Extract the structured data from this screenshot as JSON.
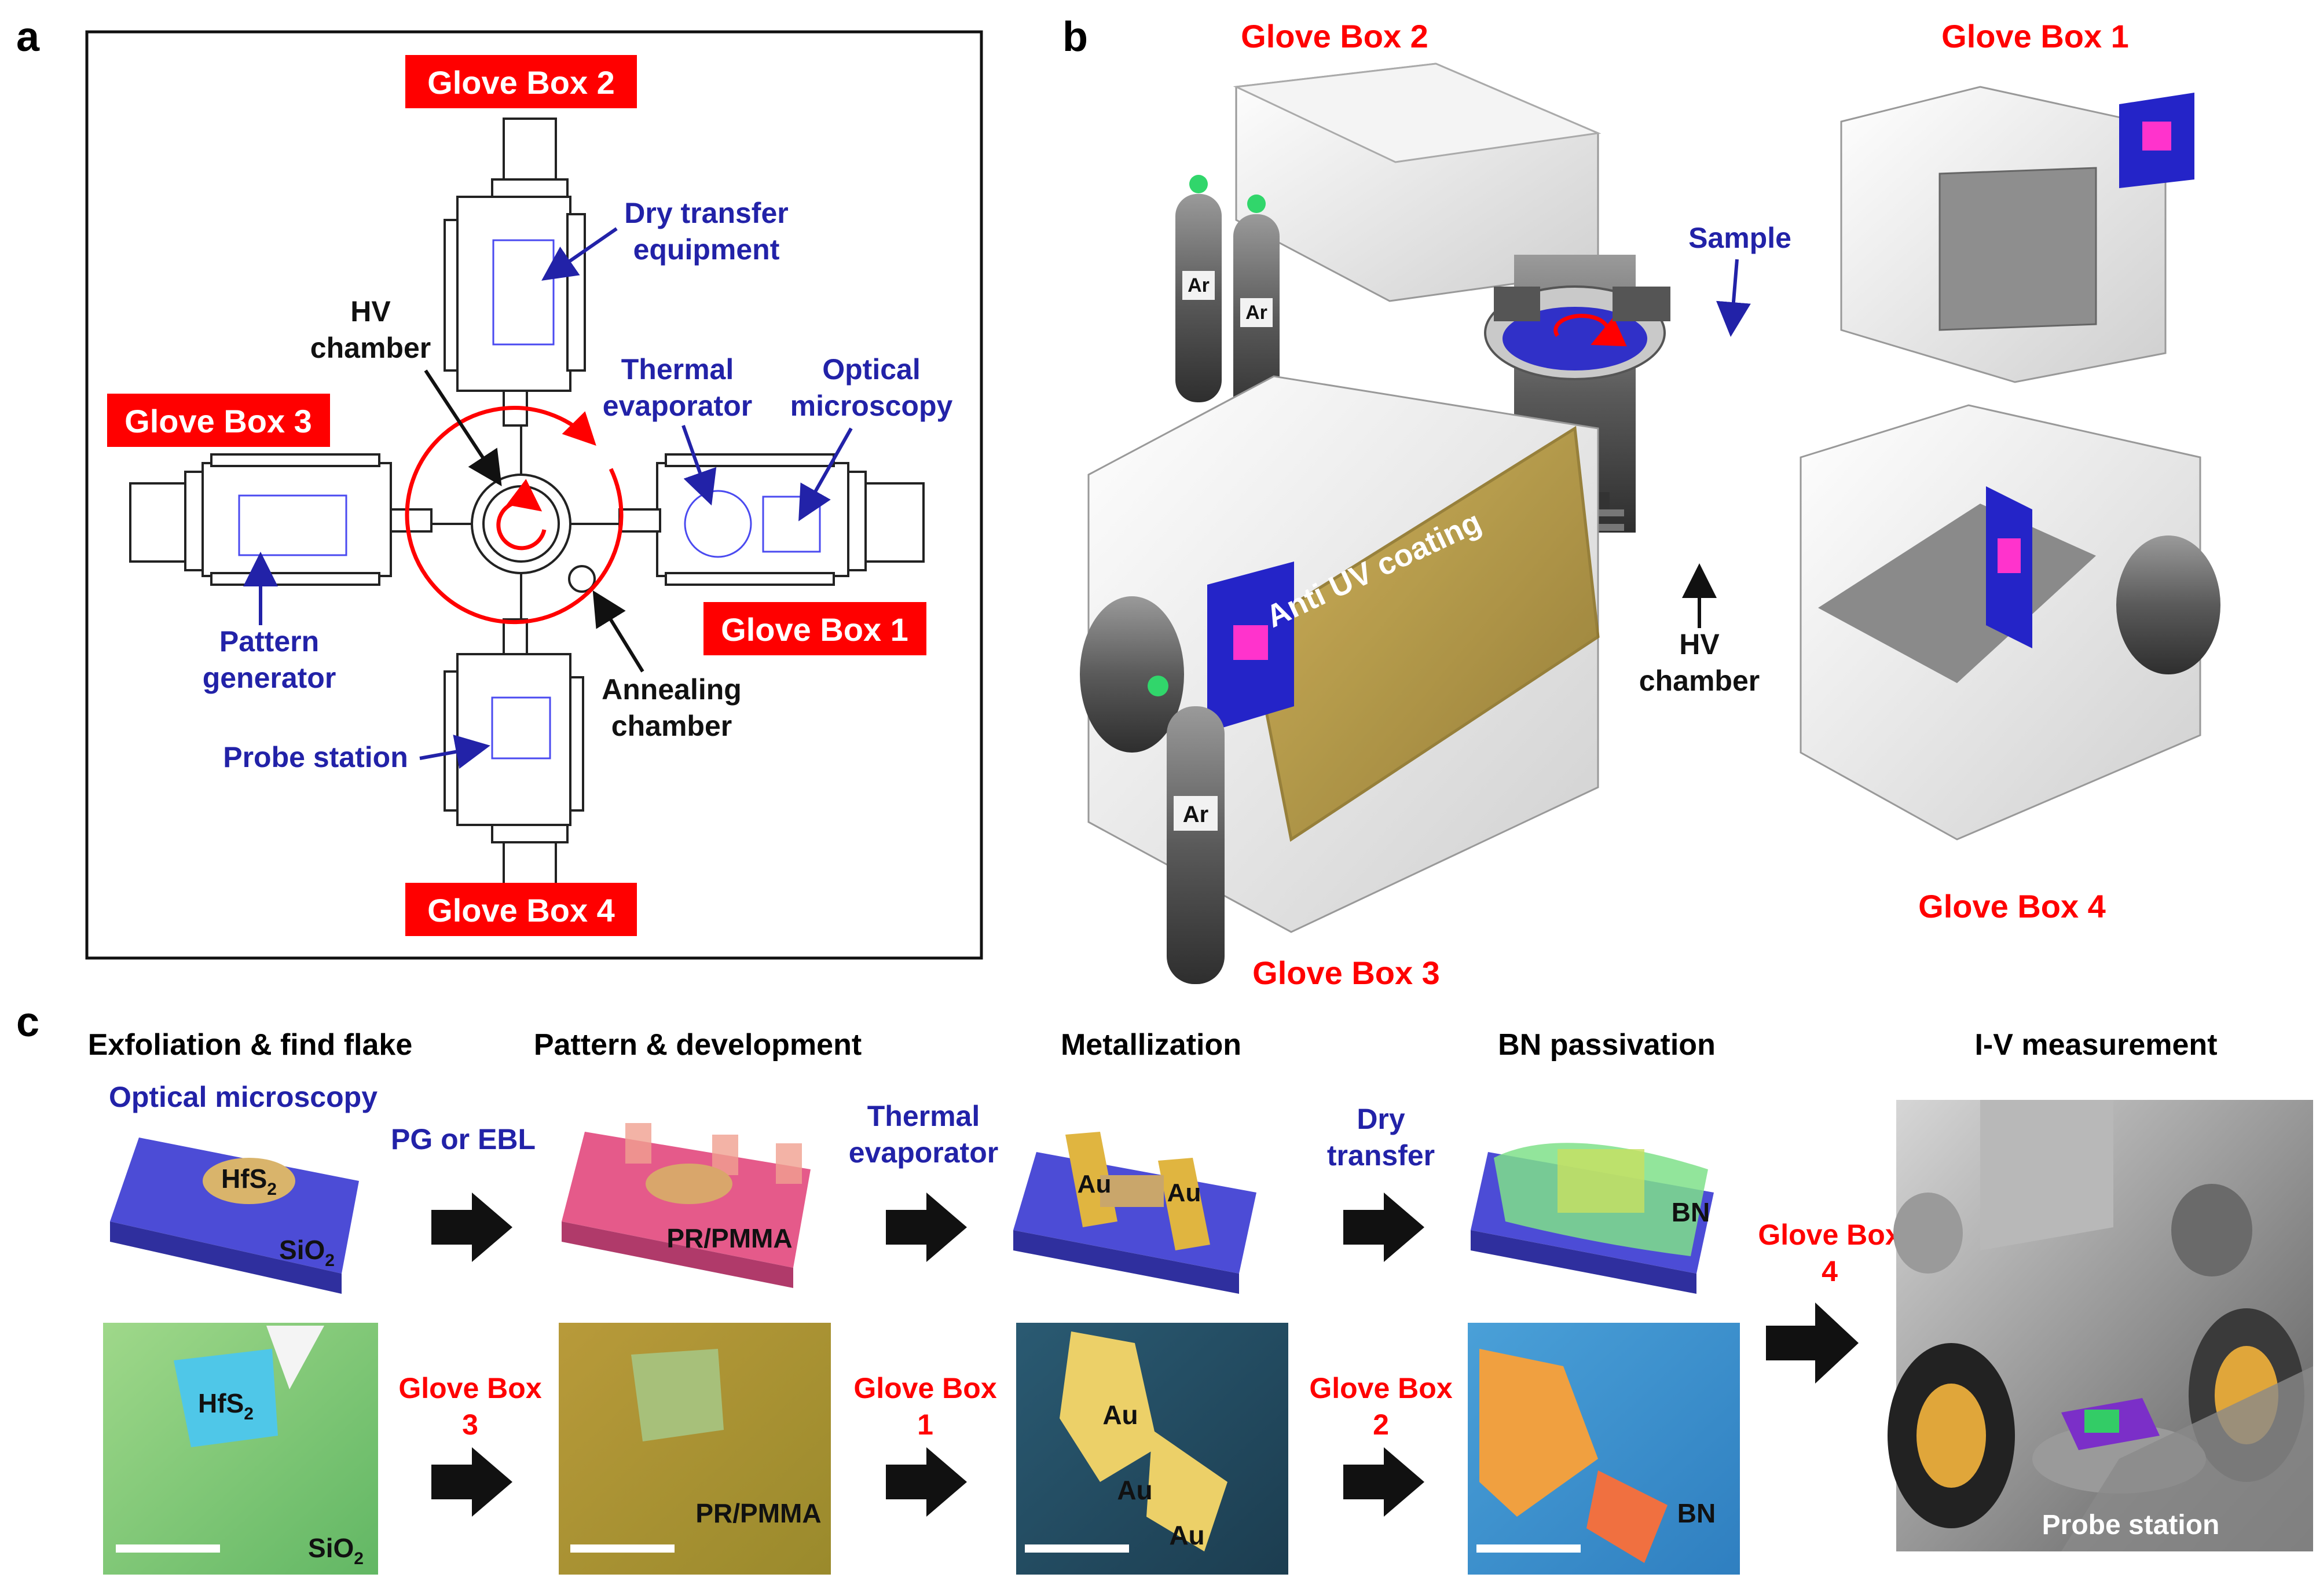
{
  "panels": {
    "a": "a",
    "b": "b",
    "c": "c"
  },
  "colors": {
    "red": "#ff0000",
    "blue": "#2222a8",
    "black": "#000000"
  },
  "panel_a": {
    "glove_box_1": "Glove Box 1",
    "glove_box_2": "Glove Box 2",
    "glove_box_3": "Glove Box 3",
    "glove_box_4": "Glove Box 4",
    "dry_transfer_1": "Dry transfer",
    "dry_transfer_2": "equipment",
    "hv_1": "HV",
    "hv_2": "chamber",
    "thermal_1": "Thermal",
    "thermal_2": "evaporator",
    "optical_1": "Optical",
    "optical_2": "microscopy",
    "pattern_1": "Pattern",
    "pattern_2": "generator",
    "annealing_1": "Annealing",
    "annealing_2": "chamber",
    "probe": "Probe station"
  },
  "panel_b": {
    "glove_box_1": "Glove Box 1",
    "glove_box_2": "Glove Box 2",
    "glove_box_3": "Glove Box 3",
    "glove_box_4": "Glove Box 4",
    "sample": "Sample",
    "anti_uv": "Anti UV coating",
    "hv_1": "HV",
    "hv_2": "chamber",
    "ar": "Ar"
  },
  "panel_c": {
    "headers": [
      "Exfoliation & find flake",
      "Pattern & development",
      "Metallization",
      "BN passivation",
      "I-V measurement"
    ],
    "optical_microscopy": "Optical microscopy",
    "pg_ebl": "PG or EBL",
    "thermal_1": "Thermal",
    "thermal_2": "evaporator",
    "dry_1": "Dry",
    "dry_2": "transfer",
    "gb3_1": "Glove Box",
    "gb3_2": "3",
    "gb1_1": "Glove Box",
    "gb1_2": "1",
    "gb2_1": "Glove Box",
    "gb2_2": "2",
    "gb4_1": "Glove Box",
    "gb4_2": "4",
    "hfs2": "HfS",
    "sio2": "SiO",
    "sub2": "2",
    "pr_pmma": "PR/PMMA",
    "au": "Au",
    "bn": "BN",
    "probe_station": "Probe station"
  }
}
